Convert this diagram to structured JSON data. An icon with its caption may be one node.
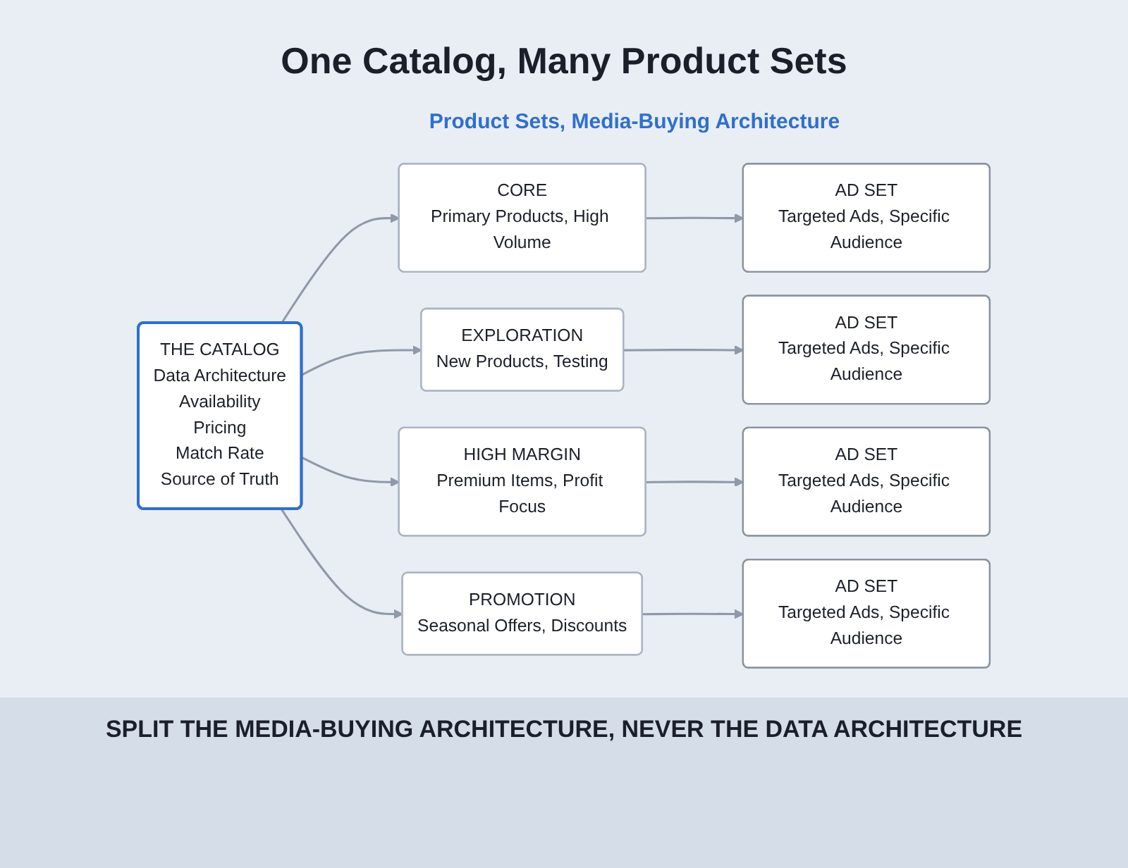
{
  "diagram": {
    "title": "One Catalog, Many Product Sets",
    "caption": "SPLIT THE MEDIA-BUYING ARCHITECTURE, NEVER THE DATA ARCHITECTURE",
    "nodes": [
      {
        "text": [
          "THE CATALOG",
          "Data Architecture",
          "Availability",
          "Pricing",
          "Match Rate",
          "Source of Truth"
        ]
      },
      {
        "text": [
          "CORE",
          "Primary Products, High Volume"
        ]
      },
      {
        "text": [
          "EXPLORATION",
          "New Products, Testing"
        ]
      },
      {
        "text": [
          "HIGH MARGIN",
          "Premium Items, Profit Focus"
        ]
      },
      {
        "text": [
          "PROMOTION",
          "Seasonal Offers, Discounts"
        ]
      },
      {
        "text": [
          "AD SET",
          "Targeted Ads, Specific Audience"
        ]
      },
      {
        "text": [
          "AD SET",
          "Targeted Ads, Specific Audience"
        ]
      },
      {
        "text": [
          "AD SET",
          "Targeted Ads, Specific Audience"
        ]
      },
      {
        "text": [
          "AD SET",
          "Targeted Ads, Specific Audience"
        ]
      }
    ],
    "edges": [
      {
        "from": 0,
        "to": 1,
        "arrow": "to"
      },
      {
        "from": 0,
        "to": 2,
        "arrow": "to"
      },
      {
        "from": 0,
        "to": 3,
        "arrow": "to"
      },
      {
        "from": 0,
        "to": 4,
        "arrow": "to"
      },
      {
        "from": 1,
        "to": 5,
        "arrow": "to"
      },
      {
        "from": 2,
        "to": 6,
        "arrow": "to"
      },
      {
        "from": 3,
        "to": 7,
        "arrow": "to"
      },
      {
        "from": 4,
        "to": 8,
        "arrow": "to"
      }
    ],
    "labels": [
      "Product Sets, Media-Buying Architecture"
    ]
  }
}
